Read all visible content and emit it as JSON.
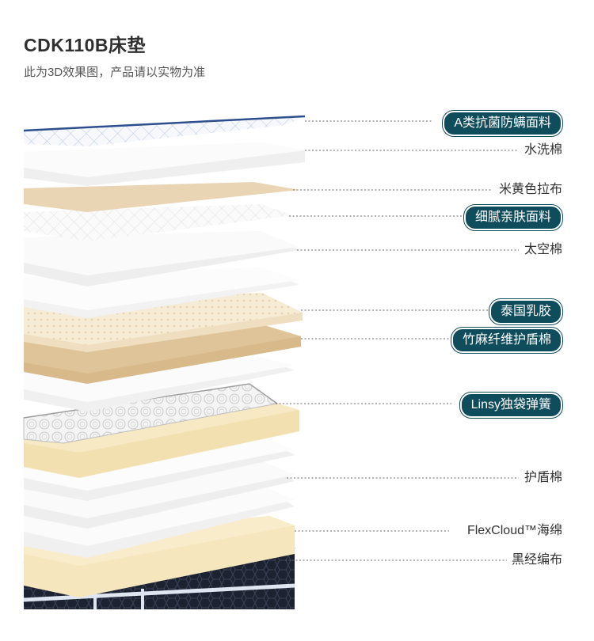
{
  "header": {
    "title": "CDK110B床垫",
    "subtitle": "此为3D效果图，产品请以实物为准"
  },
  "colors": {
    "accent": "#0f4c5c",
    "leader_line": "#666666",
    "white_layer": "#f4f4f4",
    "beige_layer": "#e9d4b4",
    "latex_layer": "#f5ead2",
    "bamboo_layer": "#d8b98a",
    "cream_layer": "#f5e6bd",
    "bottom_fabric": "#1c2230",
    "border_blue": "#2e4f8e"
  },
  "layers": [
    {
      "name": "A类抗菌防螨面料",
      "style": "pill"
    },
    {
      "name": "水洗棉",
      "style": "plain"
    },
    {
      "name": "米黄色拉布",
      "style": "plain"
    },
    {
      "name": "细腻亲肤面料",
      "style": "pill"
    },
    {
      "name": "太空棉",
      "style": "plain"
    },
    {
      "name": "泰国乳胶",
      "style": "pill"
    },
    {
      "name": "竹麻纤维护盾棉",
      "style": "pill"
    },
    {
      "name": "Linsy独袋弹簧",
      "style": "pill"
    },
    {
      "name": "护盾棉",
      "style": "plain"
    },
    {
      "name": "FlexCloud™海绵",
      "style": "plain"
    },
    {
      "name": "黑经编布",
      "style": "plain"
    }
  ]
}
